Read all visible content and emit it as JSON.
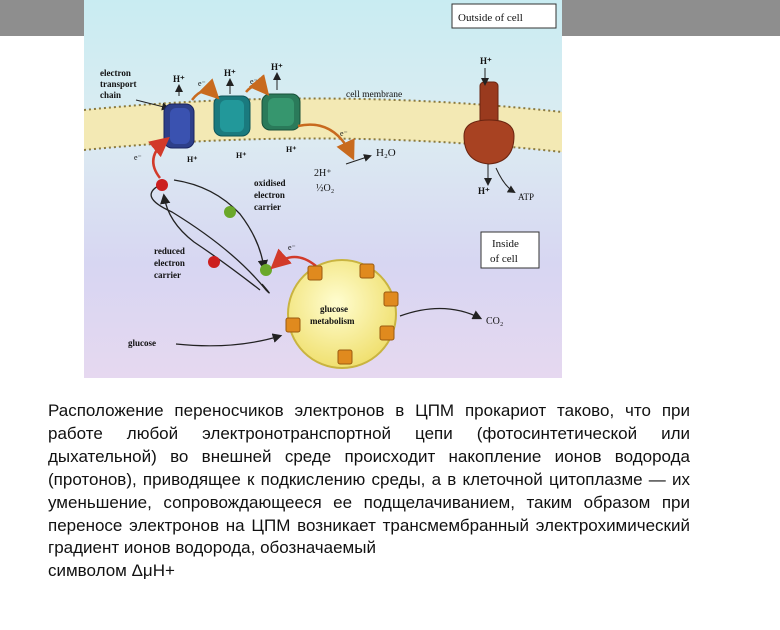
{
  "labels": {
    "outside_of_cell": "Outside of cell",
    "inside_of_cell_line1": "Inside",
    "inside_of_cell_line2": "of cell",
    "cell_membrane": "cell membrane",
    "etc_line1": "electron",
    "etc_line2": "transport",
    "etc_line3": "chain",
    "oxidised_line1": "oxidised",
    "oxidised_line2": "electron",
    "oxidised_line3": "carrier",
    "reduced_line1": "reduced",
    "reduced_line2": "electron",
    "reduced_line3": "carrier",
    "glucose_met_line1": "glucose",
    "glucose_met_line2": "metabolism",
    "glucose": "glucose",
    "co2": "CO₂",
    "h2o": "H₂O",
    "two_h": "2H⁺",
    "half_o2": "½O₂",
    "atp": "ATP",
    "h_plus": "H⁺",
    "e_minus": "e⁻"
  },
  "caption": {
    "line1": "Расположение переносчиков электронов в ЦПМ прокариот таково, что при работе любой электронотранспортной цепи (фотосинтетической или дыхательной) во внешней среде происходит накопление ионов водорода (протонов), приводящее к подкислению среды, а в клеточной цитоплазме — их уменьшение, сопровождающееся ее подщелачиванием, таким образом при переносе электронов на ЦПМ возникает трансмембранный электрохимический градиент ионов водорода, обозначаемый",
    "line2": "символом ΔμН+"
  }
}
